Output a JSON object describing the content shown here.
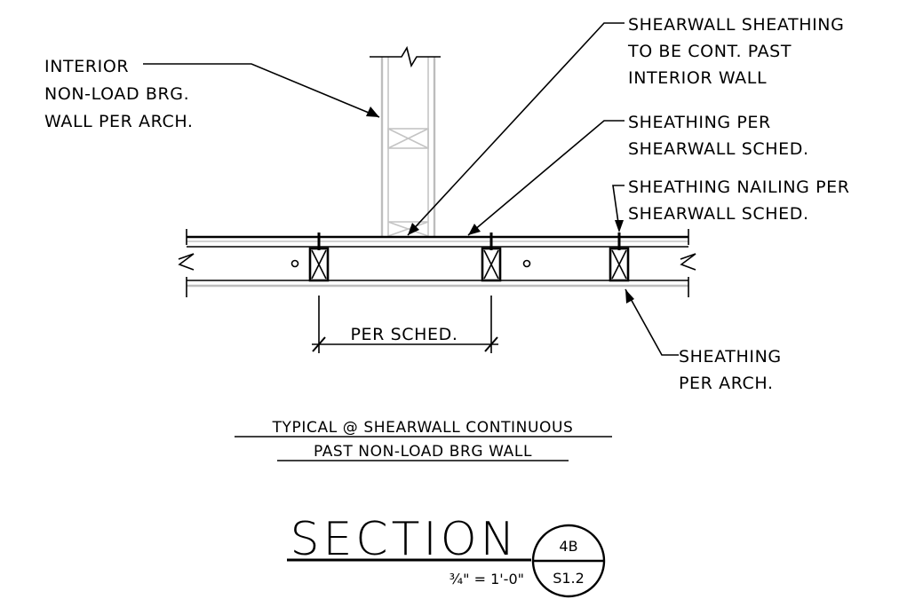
{
  "labels": {
    "interior_wall": [
      "INTERIOR",
      "NON-LOAD BRG.",
      "WALL PER ARCH."
    ],
    "sheathing_cont": [
      "SHEARWALL SHEATHING",
      "TO BE CONT. PAST",
      "INTERIOR WALL"
    ],
    "sheathing_per_sched": [
      "SHEATHING PER",
      "SHEARWALL SCHED."
    ],
    "nailing": [
      "SHEATHING NAILING PER",
      "SHEARWALL SCHED."
    ],
    "sheathing_arch": [
      "SHEATHING",
      "PER ARCH."
    ],
    "dimension": "PER SCHED."
  },
  "detail_title": [
    "TYPICAL @ SHEARWALL CONTINUOUS",
    "PAST NON-LOAD BRG WALL"
  ],
  "section": {
    "word": "SECTION",
    "scale": "¾\" = 1'-0\"",
    "detail_number": "4B",
    "sheet": "S1.2"
  }
}
